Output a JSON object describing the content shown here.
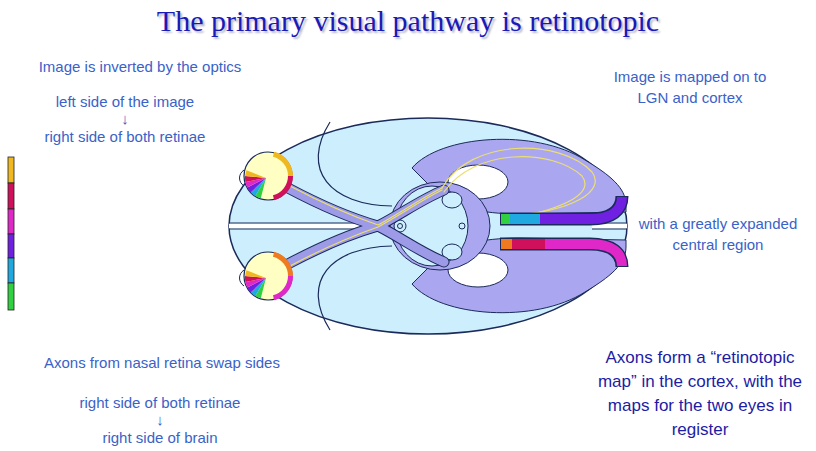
{
  "diagram": {
    "title": "The primary visual pathway is retinotopic",
    "labels": [
      "Image is inverted by the optics",
      "left side of the image",
      "↓",
      "right side of both retinae",
      "Image is mapped on to LGN and cortex",
      "with a greatly expanded central region",
      "Axons from nasal retina swap sides",
      "right side of both retinae",
      "↓",
      "right side of brain",
      "Axons form a “retinotopic map” in the cortex, with the maps for the two eyes in register"
    ]
  }
}
